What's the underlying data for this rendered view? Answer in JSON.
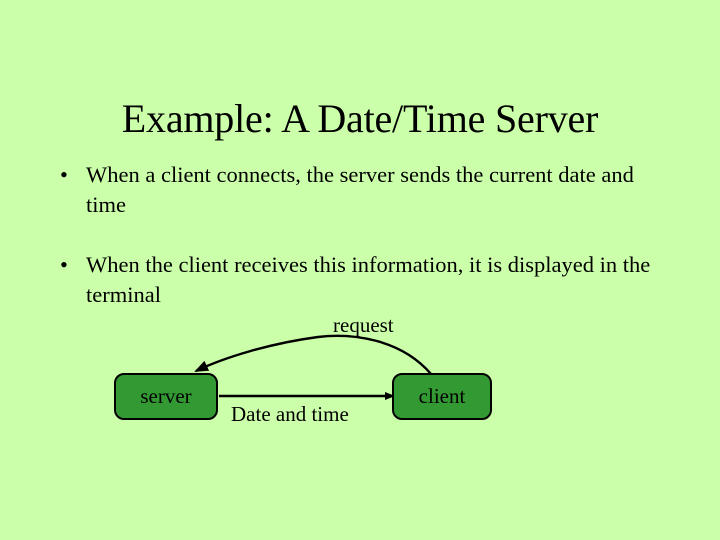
{
  "slide": {
    "title": "Example: A Date/Time Server",
    "background_color": "#ccffaa",
    "text_color": "#000000",
    "bullets": [
      {
        "marker": "•",
        "text": "When a client connects, the server sends the current date and time"
      },
      {
        "marker": "•",
        "text": "When the client receives this information, it is displayed in the terminal"
      }
    ],
    "diagram": {
      "node_fill_color": "#339933",
      "node_border_color": "#000000",
      "nodes": [
        {
          "id": "server",
          "label": "server"
        },
        {
          "id": "client",
          "label": "client"
        }
      ],
      "edges": [
        {
          "id": "request",
          "label": "request",
          "from": "client",
          "to": "server",
          "style": "curved"
        },
        {
          "id": "date-and-time",
          "label": "Date and time",
          "from": "server",
          "to": "client",
          "style": "straight"
        }
      ]
    }
  }
}
